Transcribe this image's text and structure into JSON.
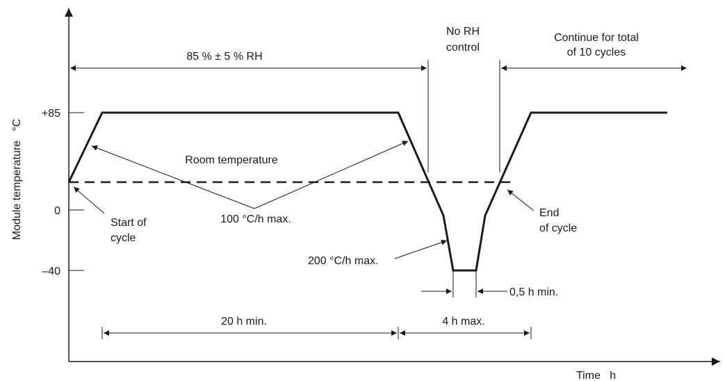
{
  "diagram": {
    "y_axis_label": "Module temperature   °C",
    "x_axis_label": "Time   h",
    "y_ticks": [
      "+85",
      "0",
      "–40"
    ],
    "top_labels": {
      "rh": "85 % ± 5 % RH",
      "no_rh_line1": "No RH",
      "no_rh_line2": "control",
      "continue_line1": "Continue for total",
      "continue_line2": "of 10 cycles"
    },
    "annotations": {
      "room_temperature": "Room temperature",
      "rate_100": "100 °C/h max.",
      "rate_200": "200 °C/h max.",
      "start_line1": "Start of",
      "start_line2": "cycle",
      "end_line1": "End",
      "end_line2": "of cycle",
      "dwell_05": "0,5 h min."
    },
    "bottom_labels": {
      "dwell_20": "20 h min.",
      "dwell_4": "4 h max."
    },
    "colors": {
      "line": "#1a1a1a",
      "background": "#ffffff"
    }
  }
}
